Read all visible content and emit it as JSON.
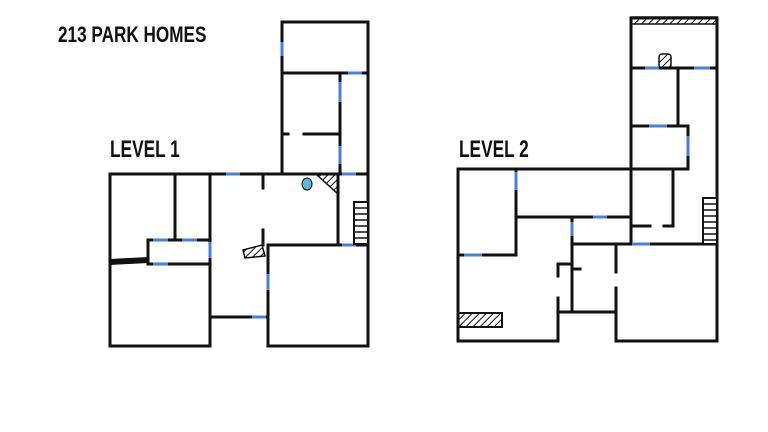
{
  "header": {
    "title": "213 PARK HOMES"
  },
  "levels": [
    {
      "label": "LEVEL 1"
    },
    {
      "label": "LEVEL 2"
    }
  ],
  "colors": {
    "wall": "#111111",
    "window": "#4a7fd4",
    "fixture": "#5bb8d6",
    "background": "#ffffff"
  }
}
